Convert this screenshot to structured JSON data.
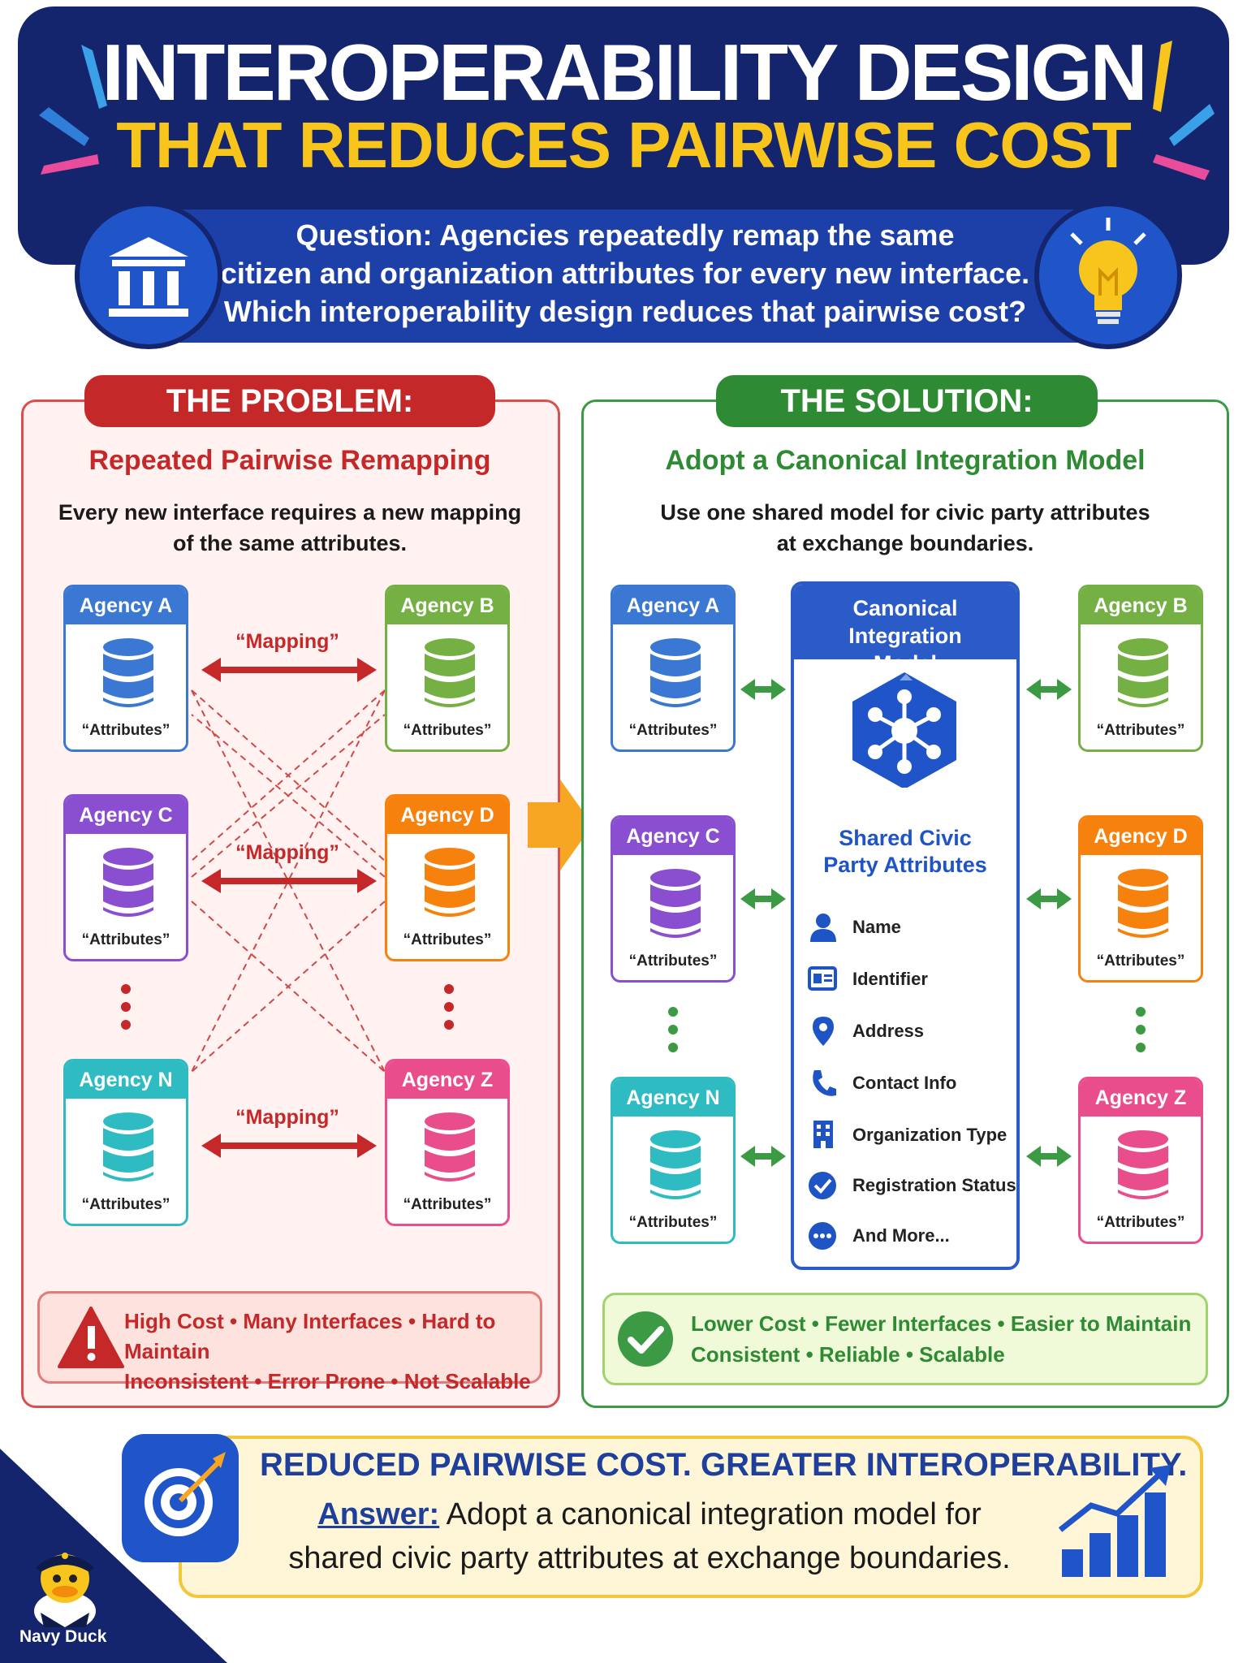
{
  "header": {
    "title_line1": "INTEROPERABILITY DESIGN",
    "title_line2": "THAT REDUCES PAIRWISE COST",
    "question": [
      "Question: Agencies repeatedly remap the same",
      "citizen and organization attributes for every new interface.",
      "Which interoperability design reduces that pairwise cost?"
    ]
  },
  "problem": {
    "badge": "THE PROBLEM:",
    "subtitle": "Repeated Pairwise Remapping",
    "description": [
      "Every new interface requires a new mapping",
      "of the same attributes."
    ],
    "mapping_label": "“Mapping”",
    "agencies": [
      {
        "name": "Agency A",
        "attr": "“Attributes”",
        "color": "#3a78d4"
      },
      {
        "name": "Agency B",
        "attr": "“Attributes”",
        "color": "#75b045"
      },
      {
        "name": "Agency C",
        "attr": "“Attributes”",
        "color": "#8a4fd0"
      },
      {
        "name": "Agency D",
        "attr": "“Attributes”",
        "color": "#f6820d"
      },
      {
        "name": "Agency N",
        "attr": "“Attributes”",
        "color": "#2ebcc2"
      },
      {
        "name": "Agency Z",
        "attr": "“Attributes”",
        "color": "#ea4d8c"
      }
    ],
    "footer": [
      "High Cost • Many Interfaces • Hard to Maintain",
      "Inconsistent • Error Prone • Not Scalable"
    ]
  },
  "solution": {
    "badge": "THE SOLUTION:",
    "subtitle": "Adopt a Canonical Integration Model",
    "description": [
      "Use one shared model for civic party attributes",
      "at exchange boundaries."
    ],
    "canonical_title": [
      "Canonical Integration",
      "Model"
    ],
    "shared_title": [
      "Shared Civic",
      "Party Attributes"
    ],
    "attributes": [
      {
        "label": "Name",
        "icon": "person-icon"
      },
      {
        "label": "Identifier",
        "icon": "id-card-icon"
      },
      {
        "label": "Address",
        "icon": "location-pin-icon"
      },
      {
        "label": "Contact Info",
        "icon": "phone-icon"
      },
      {
        "label": "Organization Type",
        "icon": "building-icon"
      },
      {
        "label": "Registration Status",
        "icon": "check-circle-icon"
      },
      {
        "label": "And More...",
        "icon": "more-icon"
      }
    ],
    "footer": [
      "Lower Cost • Fewer Interfaces • Easier to Maintain",
      "Consistent • Reliable • Scalable"
    ]
  },
  "answer": {
    "headline": "REDUCED PAIRWISE COST. GREATER INTEROPERABILITY.",
    "answer_label": "Answer:",
    "answer_line1": " Adopt a canonical integration model for",
    "answer_line2": "shared civic party attributes at exchange boundaries."
  },
  "brand": {
    "name": "Navy Duck"
  },
  "colors": {
    "navy": "#14256e",
    "yellow": "#f7c51c",
    "problem_red": "#c52828",
    "solution_green": "#2e8b34",
    "canonical_blue": "#2a5bc6"
  }
}
